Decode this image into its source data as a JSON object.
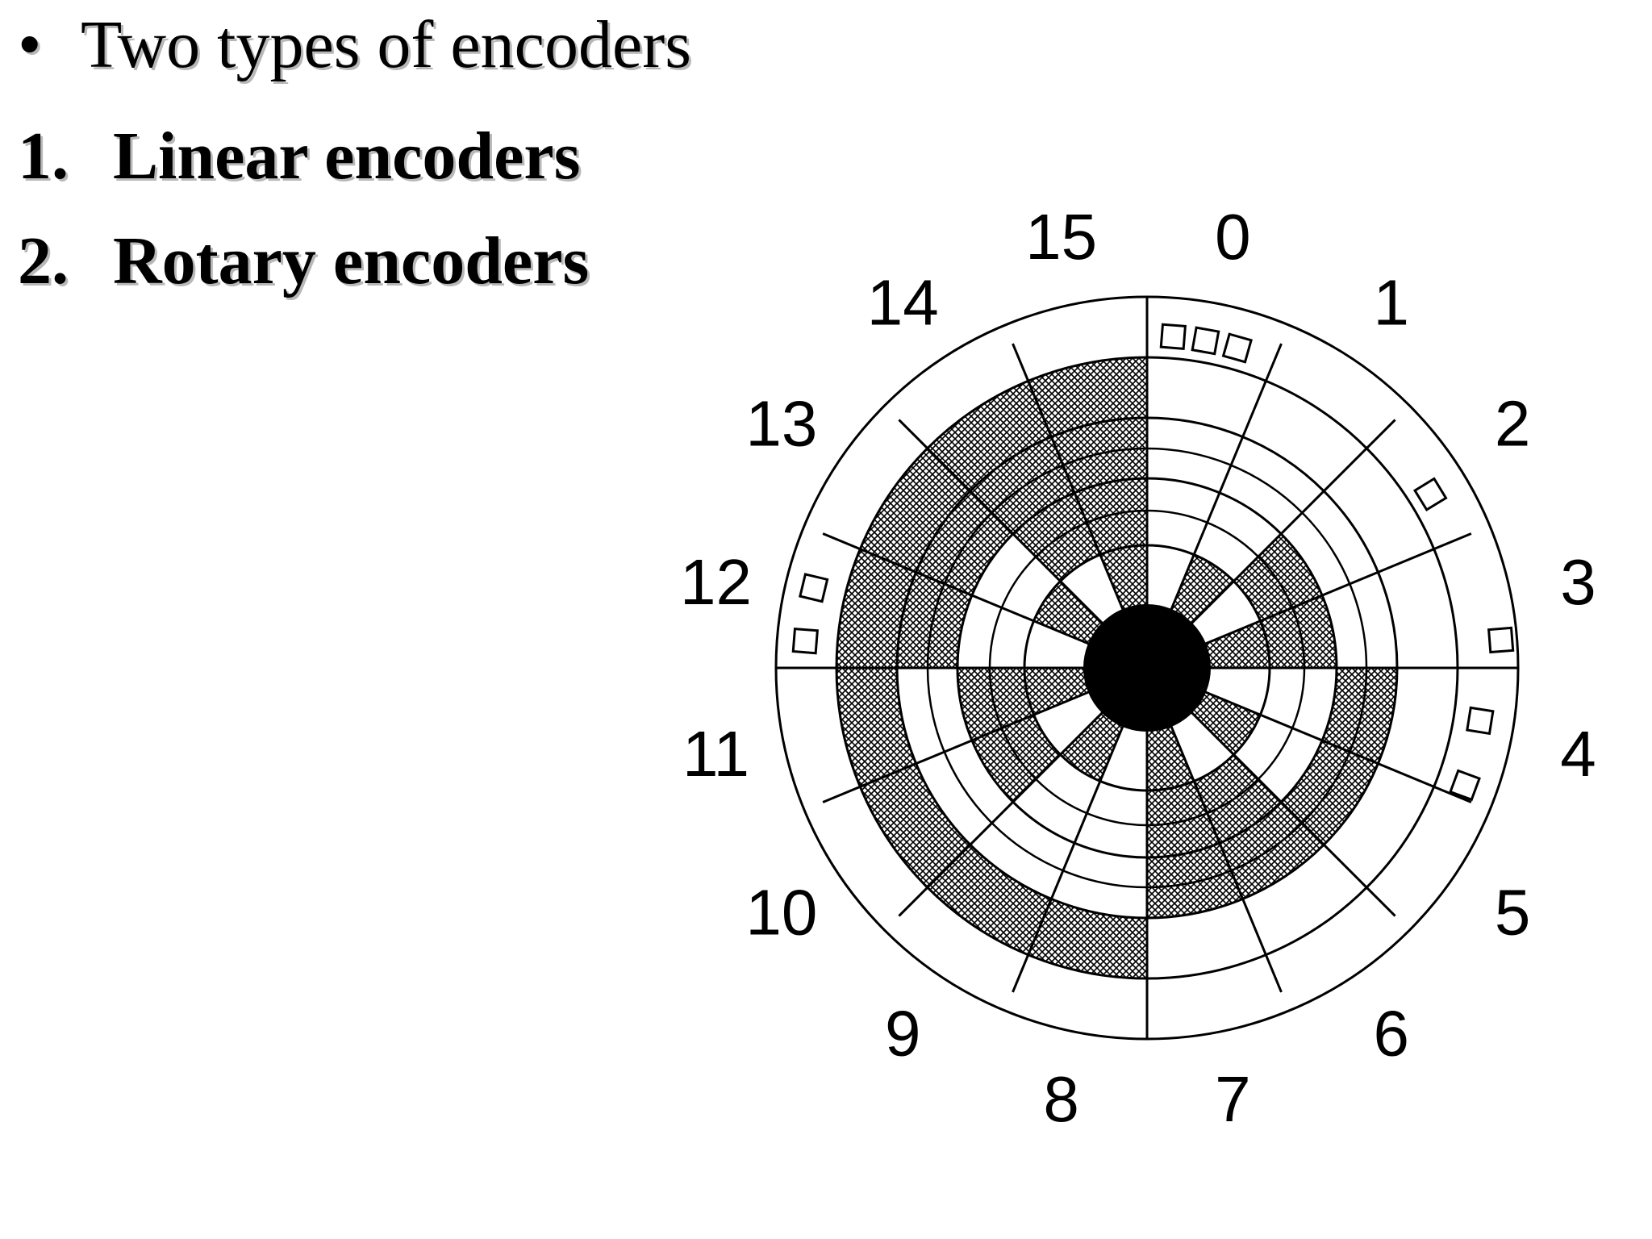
{
  "text": {
    "bullet": "•",
    "heading": "Two types of encoders",
    "items": [
      {
        "number": "1.",
        "label": "Linear encoders"
      },
      {
        "number": "2.",
        "label": "Rotary encoders"
      }
    ]
  },
  "encoder": {
    "sector_labels": [
      "0",
      "1",
      "2",
      "3",
      "4",
      "5",
      "6",
      "7",
      "8",
      "9",
      "10",
      "11",
      "12",
      "13",
      "14",
      "15"
    ],
    "hatch_color": "#000000",
    "hub_color": "#000000"
  }
}
